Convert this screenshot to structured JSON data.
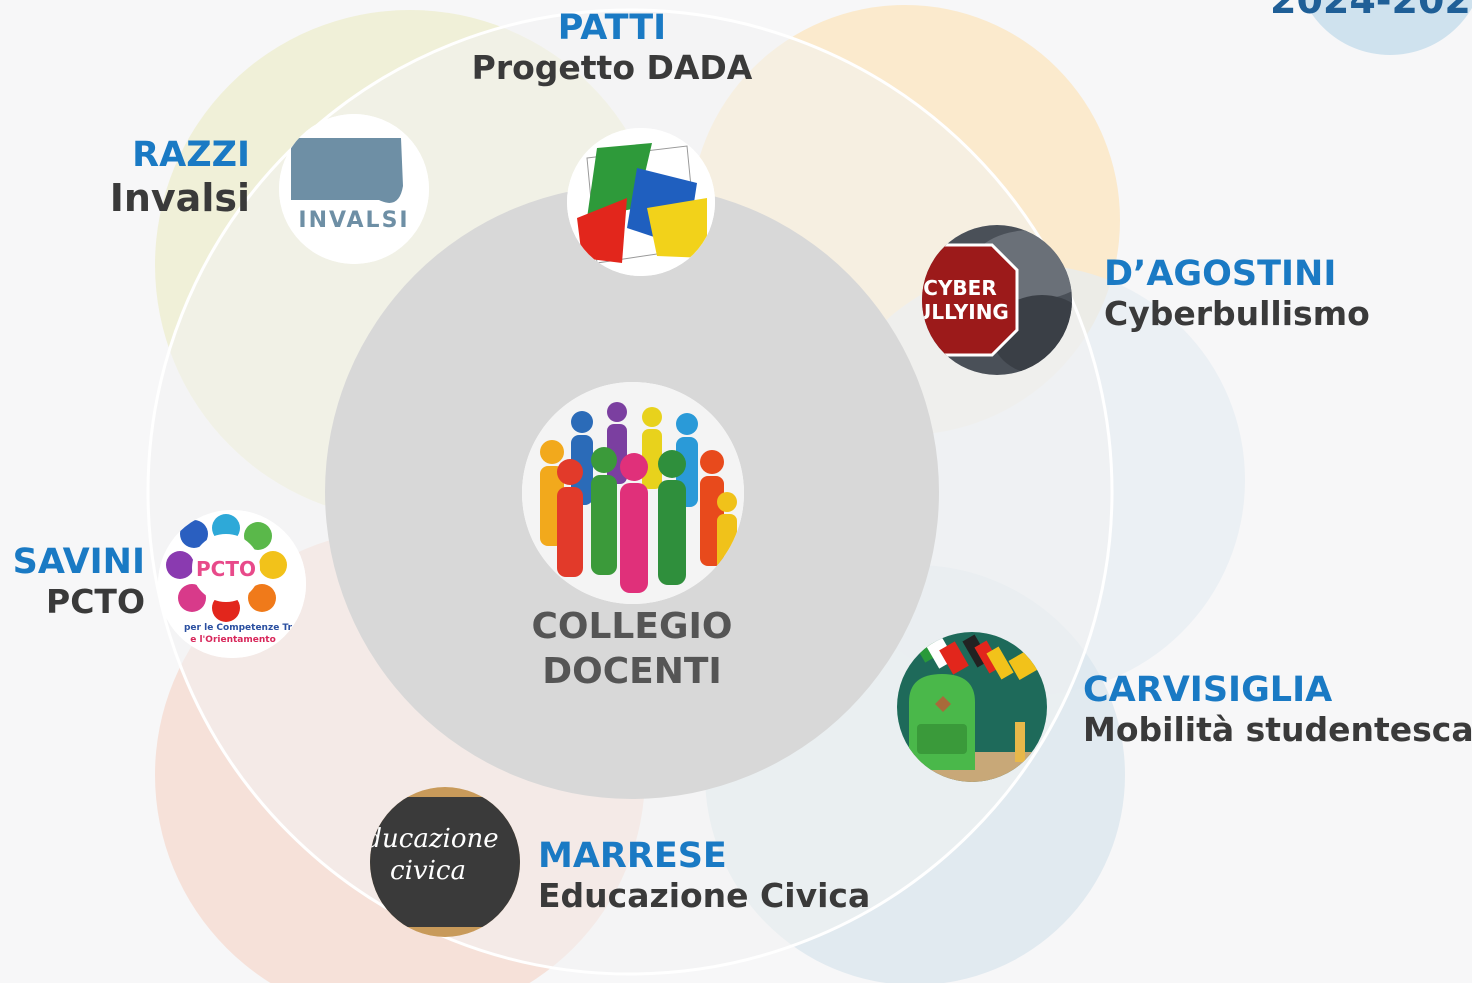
{
  "center": {
    "title_line1": "COLLEGIO",
    "title_line2": "DOCENTI"
  },
  "corner_badge": {
    "text": "2024-202"
  },
  "nodes": [
    {
      "id": "patti",
      "name": "PATTI",
      "role": "Progetto DADA",
      "icon": "dada-logo-icon"
    },
    {
      "id": "razzi",
      "name": "RAZZI",
      "role": "Invalsi",
      "icon": "invalsi-logo-icon",
      "icon_text": "INVALSI"
    },
    {
      "id": "dagostini",
      "name": "D’AGOSTINI",
      "role": "Cyberbullismo",
      "icon": "cyberbullying-stop-sign-icon",
      "icon_text_1": "CYBER",
      "icon_text_2": "ULLYING"
    },
    {
      "id": "savini",
      "name": "SAVINI",
      "role": "PCTO",
      "icon": "pcto-logo-icon",
      "icon_text": "PCTO",
      "icon_sub_1": "per le Competenze Tr",
      "icon_sub_2": "e l'Orientamento"
    },
    {
      "id": "carvisiglia",
      "name": "CARVISIGLIA",
      "role": "Mobilità studentesca",
      "icon": "backpack-flags-icon"
    },
    {
      "id": "marrese",
      "name": "MARRESE",
      "role": "Educazione Civica",
      "icon": "chalkboard-icon",
      "icon_text_1": "ducazione",
      "icon_text_2": "civica"
    }
  ],
  "colors": {
    "name_blue": "#1a7ac4",
    "role_dark": "#3a3a3a",
    "center_gray": "#d8d8d8",
    "petal_green": "#eeeed2",
    "petal_orange": "#fbe7c6",
    "petal_red": "#f6ddd3",
    "petal_blue": "#dde8ef"
  }
}
